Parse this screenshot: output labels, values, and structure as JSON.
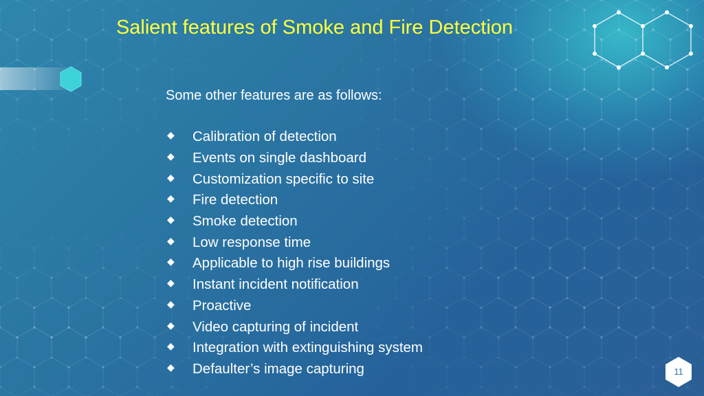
{
  "slide": {
    "title": "Salient features of Smoke and Fire Detection",
    "intro": "Some other features are as follows:",
    "bullets": [
      "Calibration of detection",
      "Events on single dashboard",
      "Customization specific to site",
      "Fire detection",
      "Smoke detection",
      "Low response time",
      "Applicable to high rise buildings",
      "Instant incident notification",
      "Proactive",
      "Video capturing of incident",
      "Integration with extinguishing system",
      "Defaulter’s image capturing"
    ],
    "page_number": "11"
  },
  "icons": {
    "bullet": "diamond-bullet-icon",
    "accent": "hexagon-accent-icon",
    "background": "hexagon-network-pattern"
  },
  "colors": {
    "title": "#ffff3c",
    "text": "#ffffff",
    "accent": "#3cd2d8",
    "background_start": "#2e86ad",
    "background_end": "#25629a"
  }
}
